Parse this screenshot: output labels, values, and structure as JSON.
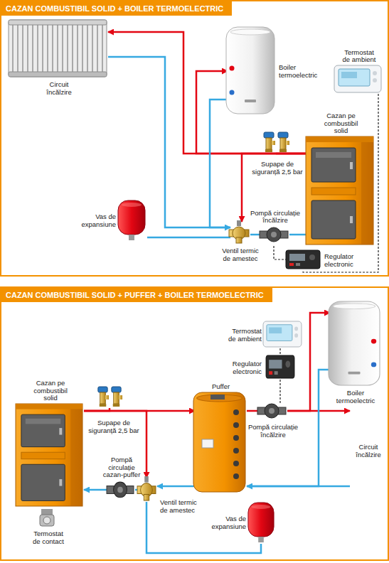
{
  "diagram": {
    "nodes": [
      {
        "text": [
          "CAZAN COMBUSTIBIL SOLID + BOILER TERMOELECTRIC"
        ]
      },
      {
        "text": [
          "Circuit încălzire"
        ],
        "in": 0
      },
      {
        "text": [
          "Boiler termoelectric"
        ],
        "in": 0
      },
      {
        "text": [
          "Termostat de ambient"
        ],
        "in": 0
      },
      {
        "text": [
          "Cazan pe combustibil solid"
        ],
        "in": 0
      },
      {
        "text": [
          "Supape de siguranță 2,5 bar"
        ],
        "in": 0
      },
      {
        "text": [
          "Pompă circulație încălzire"
        ],
        "in": 0
      },
      {
        "text": [
          "Ventil termic de amestec"
        ],
        "in": 0
      },
      {
        "text": [
          "Vas de expansiune"
        ],
        "in": 0
      },
      {
        "text": [
          "Regulator electronic"
        ],
        "in": 0
      },
      {
        "text": [
          "CAZAN COMBUSTIBIL SOLID + PUFFER + BOILER TERMOELECTRIC"
        ]
      },
      {
        "text": [
          "Termostat de ambient"
        ],
        "in": 10
      },
      {
        "text": [
          "Regulator electronic"
        ],
        "in": 10
      },
      {
        "text": [
          "Boiler termoelectric"
        ],
        "in": 10
      },
      {
        "text": [
          "Cazan pe combustibil solid"
        ],
        "in": 10
      },
      {
        "text": [
          "Puffer"
        ],
        "in": 10
      },
      {
        "text": [
          "Supape de siguranță 2,5 bar"
        ],
        "in": 10
      },
      {
        "text": [
          "Pompă circulație încălzire"
        ],
        "in": 10
      },
      {
        "text": [
          "Pompă circulație cazan-puffer"
        ],
        "in": 10
      },
      {
        "text": [
          "Ventil termic de amestec"
        ],
        "in": 10
      },
      {
        "text": [
          "Circuit încălzire"
        ],
        "in": 10
      },
      {
        "text": [
          "Termostat de contact"
        ],
        "in": 10
      },
      {
        "text": [
          "Vas de expansiune"
        ],
        "in": 10
      }
    ],
    "edges": [
      {
        "from": 4,
        "to": 1,
        "arrow": "to"
      },
      {
        "from": 4,
        "to": 2,
        "arrow": "to"
      },
      {
        "from": 4,
        "to": 5,
        "arrow": "none"
      },
      {
        "from": 4,
        "to": 7,
        "arrow": "to"
      },
      {
        "from": 1,
        "to": 7,
        "arrow": "to"
      },
      {
        "from": 2,
        "to": 7,
        "arrow": "none"
      },
      {
        "from": 8,
        "to": 7,
        "arrow": "none"
      },
      {
        "from": 7,
        "to": 6,
        "arrow": "none"
      },
      {
        "from": 6,
        "to": 4,
        "arrow": "none"
      },
      {
        "from": 3,
        "to": 9,
        "arrow": "none"
      },
      {
        "from": 9,
        "to": 6,
        "arrow": "none"
      },
      {
        "from": 14,
        "to": 15,
        "arrow": "to"
      },
      {
        "from": 14,
        "to": 16,
        "arrow": "none"
      },
      {
        "from": 14,
        "to": 19,
        "arrow": "to"
      },
      {
        "from": 15,
        "to": 19,
        "arrow": "to"
      },
      {
        "from": 19,
        "to": 18,
        "arrow": "none"
      },
      {
        "from": 18,
        "to": 14,
        "arrow": "to"
      },
      {
        "from": 19,
        "to": 22,
        "arrow": "none"
      },
      {
        "from": 15,
        "to": 17,
        "arrow": "none"
      },
      {
        "from": 17,
        "to": 13,
        "arrow": "to"
      },
      {
        "from": 17,
        "to": 20,
        "arrow": "to"
      },
      {
        "from": 20,
        "to": 15,
        "arrow": "to"
      },
      {
        "from": 13,
        "to": 15,
        "arrow": "none"
      },
      {
        "from": 11,
        "to": 12,
        "arrow": "none"
      },
      {
        "from": 12,
        "to": 17,
        "arrow": "none"
      }
    ]
  }
}
